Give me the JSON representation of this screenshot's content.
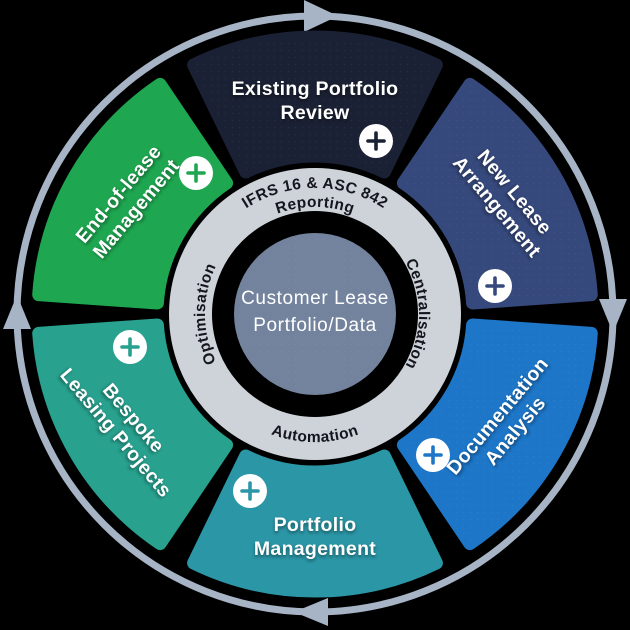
{
  "diagram": {
    "background": "#000000",
    "arrow_ring_color": "#a6b4c6",
    "center": {
      "line1": "Customer Lease",
      "line2": "Portfolio/Data",
      "bg": "#73839d",
      "text_color": "#ffffff"
    },
    "inner_ring": {
      "bg": "#ced3da",
      "text_color": "#15151e",
      "top_line1": "IFRS 16 & ASC 842",
      "top_line2": "Reporting",
      "right": "Centralisation",
      "bottom": "Automation",
      "left": "Optimisation"
    },
    "segments": [
      {
        "id": "existing-portfolio-review",
        "line1": "Existing Portfolio",
        "line2": "Review",
        "color": "#1b2134"
      },
      {
        "id": "new-lease-arrangement",
        "line1": "New Lease",
        "line2": "Arrangement",
        "color": "#36497c"
      },
      {
        "id": "documentation-analysis",
        "line1": "Documentation",
        "line2": "Analysis",
        "color": "#1d76c8"
      },
      {
        "id": "portfolio-management",
        "line1": "Portfolio",
        "line2": "Management",
        "color": "#2b96a6"
      },
      {
        "id": "bespoke-leasing-projects",
        "line1": "Bespoke",
        "line2": "Leasing Projects",
        "color": "#28a18e"
      },
      {
        "id": "end-of-lease-management",
        "line1": "End-of-lease",
        "line2": "Management",
        "color": "#1ea750"
      }
    ],
    "icons": {
      "plus": "+",
      "cycle_arrow": "▶"
    }
  }
}
